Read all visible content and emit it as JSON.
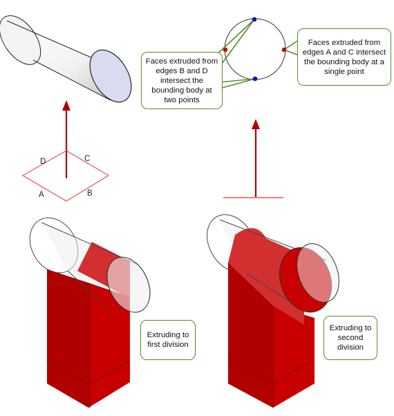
{
  "edge_labels": {
    "a": "A",
    "b": "B",
    "c": "C",
    "d": "D"
  },
  "callouts": {
    "bd_two_points": "Faces extruded from edges B and D intersect the bounding body at two points",
    "ac_single_point": "Faces extruded from edges A and C intersect the bounding body at a single point",
    "first_division": "Extruding to first division",
    "second_division": "Extruding to second division"
  },
  "colors": {
    "extrusion_red": "#c80000",
    "arrow_red": "#b30000",
    "sketch_red": "#e03030",
    "callout_border": "#5a8a2c",
    "point_blue": "#1010cc",
    "point_red": "#c01010",
    "cylinder_end": "#d9dbf0"
  }
}
